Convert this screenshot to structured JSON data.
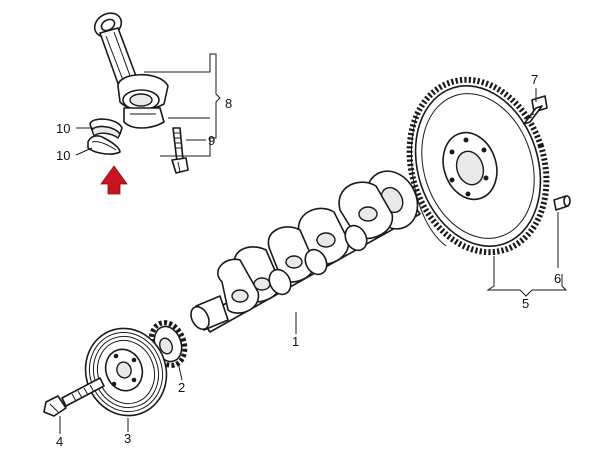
{
  "labels": {
    "p1": "1",
    "p2": "2",
    "p3": "3",
    "p4": "4",
    "p5": "5",
    "p6": "6",
    "p7": "7",
    "p8": "8",
    "p9": "9",
    "p10a": "10",
    "p10b": "10"
  },
  "colors": {
    "arrow": "#c8141e",
    "outline": "#1a1a1a"
  }
}
